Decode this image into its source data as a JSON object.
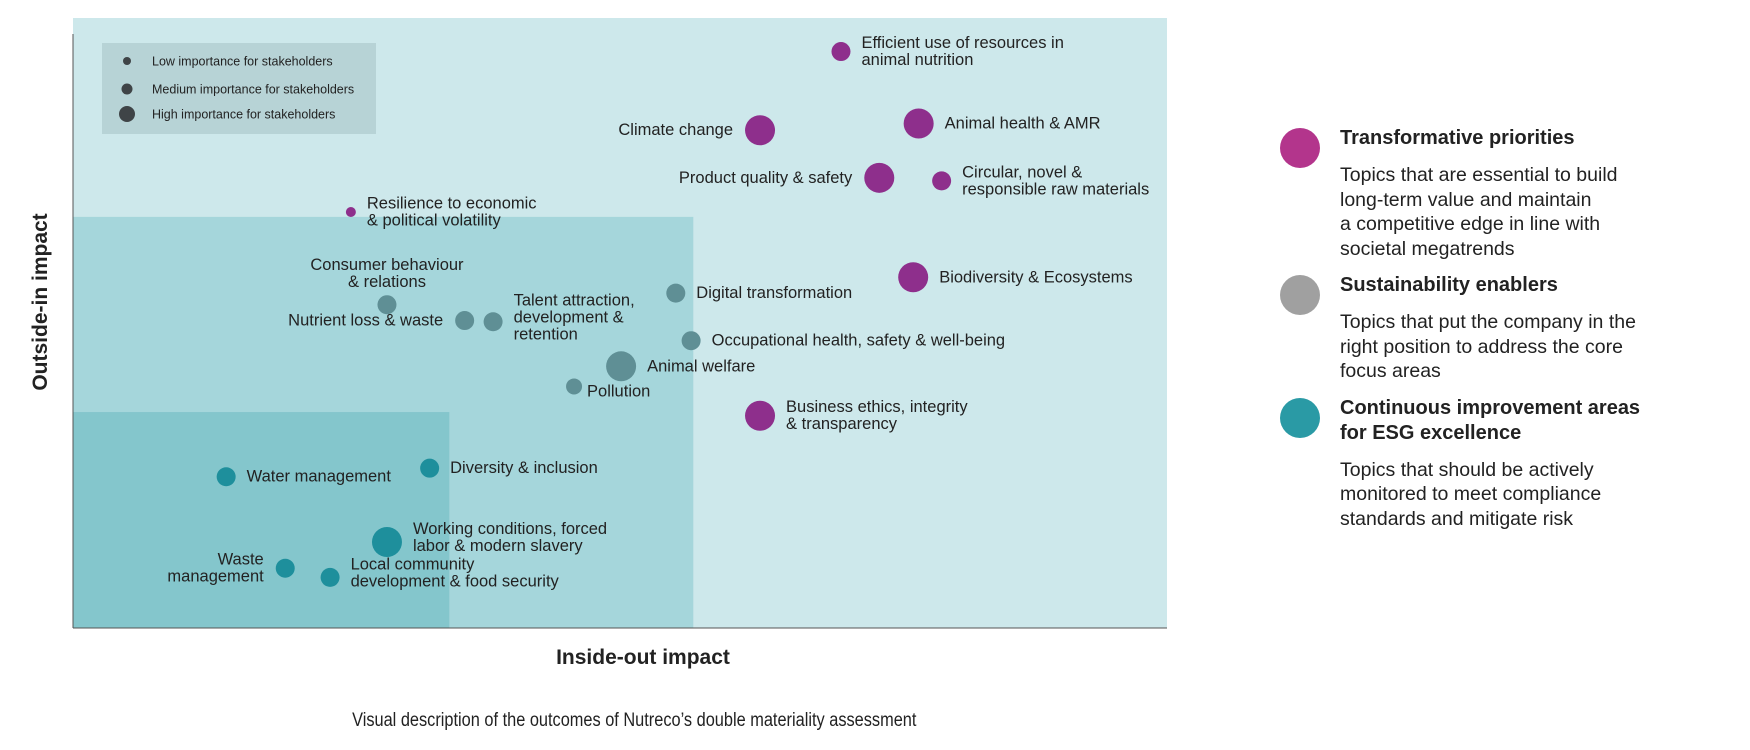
{
  "chart_data": {
    "type": "scatter",
    "xlabel": "Inside-out impact",
    "ylabel": "Outside-in impact",
    "xlim": [
      0,
      100
    ],
    "ylim": [
      0,
      100
    ],
    "zones": [
      {
        "name": "continuous-improvement-zone",
        "x_max": 34.4,
        "y_max": 35.4,
        "color": "#84c6cc"
      },
      {
        "name": "sustainability-enablers-zone",
        "x_max": 56.7,
        "y_max": 67.4,
        "color": "#a5d6db"
      },
      {
        "name": "transformative-zone",
        "x_max": 100,
        "y_max": 100,
        "color": "#cde8eb"
      }
    ],
    "size_legend": [
      {
        "label": "Low importance for stakeholders",
        "size": "low"
      },
      {
        "label": "Medium importance for stakeholders",
        "size": "medium"
      },
      {
        "label": "High importance for stakeholders",
        "size": "high"
      }
    ],
    "categories": [
      {
        "key": "transformative",
        "title": "Transformative priorities",
        "description": "Topics that are essential to build\nlong-term value and maintain\na competitive edge in line with\nsocietal megatrends",
        "color": "#b3358c",
        "point_color": "#8e2f8c"
      },
      {
        "key": "enabler",
        "title": "Sustainability enablers",
        "description": "Topics that put the company in the\nright position to address the core\nfocus areas",
        "color": "#a0a0a0",
        "point_color": "#5f8f95"
      },
      {
        "key": "continuous",
        "title": "Continuous improvement areas\nfor ESG excellence",
        "description": "Topics that should be actively\nmonitored to meet compliance\nstandards and mitigate risk",
        "color": "#2a9aa5",
        "point_color": "#1e8f9c"
      }
    ],
    "points": [
      {
        "label": "Efficient use of resources in\nanimal nutrition",
        "x": 70.2,
        "y": 94.5,
        "size": "medium",
        "category": "transformative",
        "label_pos": "right"
      },
      {
        "label": "Climate change",
        "x": 62.8,
        "y": 81.6,
        "size": "high",
        "category": "transformative",
        "label_pos": "left"
      },
      {
        "label": "Animal health & AMR",
        "x": 77.3,
        "y": 82.7,
        "size": "high",
        "category": "transformative",
        "label_pos": "right"
      },
      {
        "label": "Product quality & safety",
        "x": 73.7,
        "y": 73.8,
        "size": "high",
        "category": "transformative",
        "label_pos": "left"
      },
      {
        "label": "Circular, novel &\nresponsible raw materials",
        "x": 79.4,
        "y": 73.3,
        "size": "medium",
        "category": "transformative",
        "label_pos": "right"
      },
      {
        "label": "Biodiversity & Ecosystems",
        "x": 76.8,
        "y": 57.5,
        "size": "high",
        "category": "transformative",
        "label_pos": "right"
      },
      {
        "label": "Resilience to economic\n& political volatility",
        "x": 25.4,
        "y": 68.2,
        "size": "low",
        "category": "transformative",
        "label_pos": "right"
      },
      {
        "label": "Business ethics, integrity\n& transparency",
        "x": 62.8,
        "y": 34.8,
        "size": "high",
        "category": "transformative",
        "label_pos": "right"
      },
      {
        "label": "Consumer behaviour\n& relations",
        "x": 28.7,
        "y": 53.0,
        "size": "medium",
        "category": "enabler",
        "label_pos": "above"
      },
      {
        "label": "Nutrient loss & waste",
        "x": 35.8,
        "y": 50.4,
        "size": "medium",
        "category": "enabler",
        "label_pos": "left"
      },
      {
        "label": "Talent attraction,\ndevelopment &\nretention",
        "x": 38.4,
        "y": 50.2,
        "size": "medium",
        "category": "enabler",
        "label_pos": "right-top"
      },
      {
        "label": "Digital transformation",
        "x": 55.1,
        "y": 54.9,
        "size": "medium",
        "category": "enabler",
        "label_pos": "right"
      },
      {
        "label": "Occupational health, safety & well-being",
        "x": 56.5,
        "y": 47.1,
        "size": "medium",
        "category": "enabler",
        "label_pos": "right"
      },
      {
        "label": "Animal welfare",
        "x": 50.1,
        "y": 42.9,
        "size": "high",
        "category": "enabler",
        "label_pos": "right"
      },
      {
        "label": "Pollution",
        "x": 45.8,
        "y": 39.6,
        "size": "low-medium",
        "category": "enabler",
        "label_pos": "right-below"
      },
      {
        "label": "Water management",
        "x": 14.0,
        "y": 24.8,
        "size": "medium",
        "category": "continuous",
        "label_pos": "right"
      },
      {
        "label": "Diversity & inclusion",
        "x": 32.6,
        "y": 26.2,
        "size": "medium",
        "category": "continuous",
        "label_pos": "right"
      },
      {
        "label": "Working conditions, forced\nlabor & modern slavery",
        "x": 28.7,
        "y": 14.1,
        "size": "high",
        "category": "continuous",
        "label_pos": "right-top"
      },
      {
        "label": "Waste\nmanagement",
        "x": 19.4,
        "y": 9.8,
        "size": "medium",
        "category": "continuous",
        "label_pos": "left"
      },
      {
        "label": "Local community\ndevelopment & food security",
        "x": 23.5,
        "y": 8.3,
        "size": "medium",
        "category": "continuous",
        "label_pos": "right-top"
      }
    ]
  },
  "caption": "Visual description of the outcomes of Nutreco’s double materiality assessment"
}
